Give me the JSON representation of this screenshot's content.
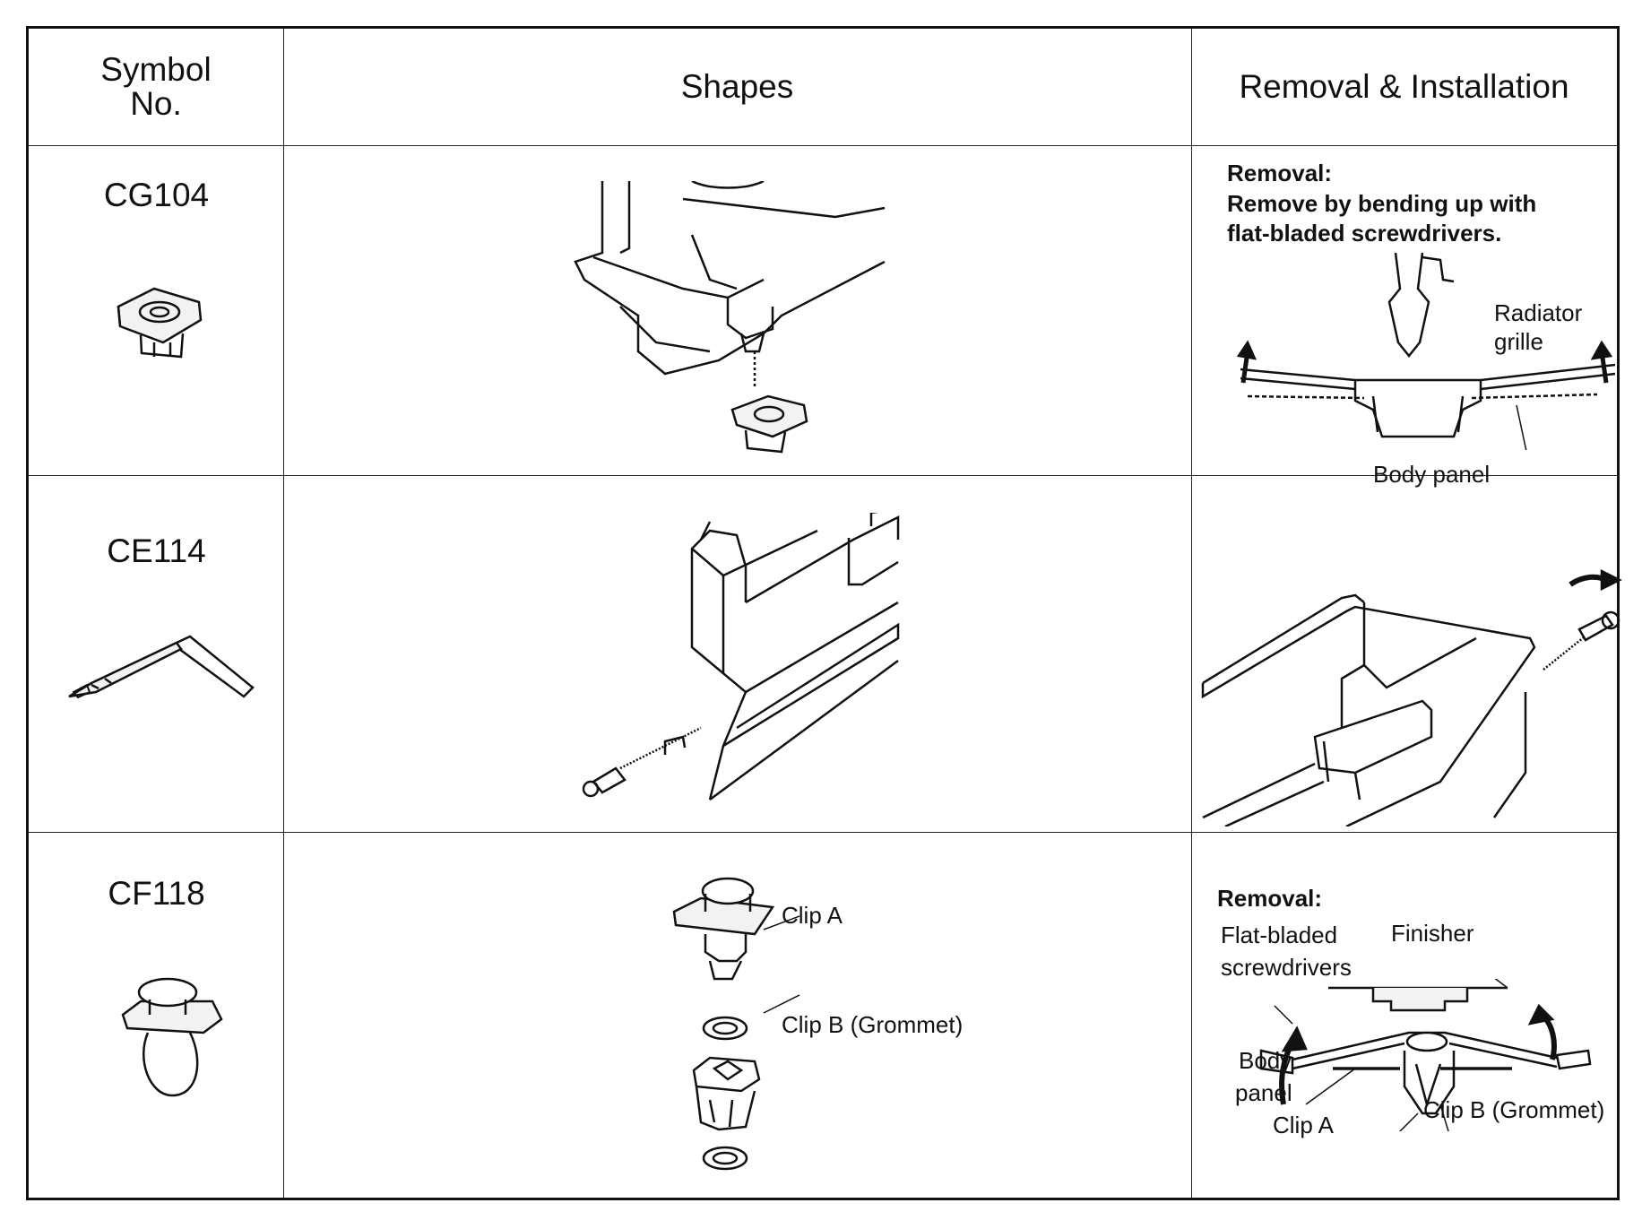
{
  "header": {
    "symbol_line1": "Symbol",
    "symbol_line2": "No.",
    "shapes": "Shapes",
    "removal": "Removal & Installation"
  },
  "rows": [
    {
      "symbol": "CG104",
      "removal_title": "Removal:",
      "removal_line1": "Remove by bending up with",
      "removal_line2": "flat-bladed screwdrivers.",
      "label_radiator_1": "Radiator",
      "label_radiator_2": "grille",
      "label_body_panel": "Body panel"
    },
    {
      "symbol": "CE114"
    },
    {
      "symbol": "CF118",
      "label_clip_a": "Clip A",
      "label_clip_b": "Clip B (Grommet)",
      "removal_title": "Removal:",
      "label_flat_1": "Flat-bladed",
      "label_flat_2": "screwdrivers",
      "label_finisher": "Finisher",
      "label_body_1": "Body",
      "label_body_2": "panel",
      "label_clip_a2": "Clip A",
      "label_clip_b2": "Clip B (Grommet)"
    }
  ]
}
